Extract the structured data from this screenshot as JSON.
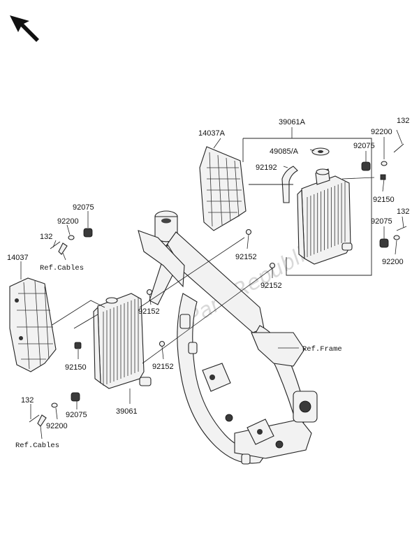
{
  "colors": {
    "line": "#222222",
    "fill": "#f2f2f2",
    "dark": "#3a3a3a",
    "watermark": "#d9d9d9"
  },
  "direction_icon": "arrow-up-left-icon",
  "watermark": {
    "text": "PartsRepublik"
  },
  "labels": {
    "p14037A": "14037A",
    "p39061A": "39061A",
    "p132_top": "132",
    "p92200_top": "92200",
    "p49085A": "49085/A",
    "p92075_top": "92075",
    "p92192": "92192",
    "p92150_right": "92150",
    "p132_mid": "132",
    "p92075_mid": "92075",
    "p92152_a": "92152",
    "p92200_mid": "92200",
    "p92152_b": "92152",
    "p92075_left": "92075",
    "p92200_left": "92200",
    "p132_left": "132",
    "ref_cables_top": "Ref.Cables",
    "p14037": "14037",
    "p92152_c": "92152",
    "ref_frame": "Ref.Frame",
    "p92150_left": "92150",
    "p92152_d": "92152",
    "p39061": "39061",
    "p132_bottom": "132",
    "p92075_bottom": "92075",
    "p92200_bottom": "92200",
    "ref_cables_bottom": "Ref.Cables"
  }
}
